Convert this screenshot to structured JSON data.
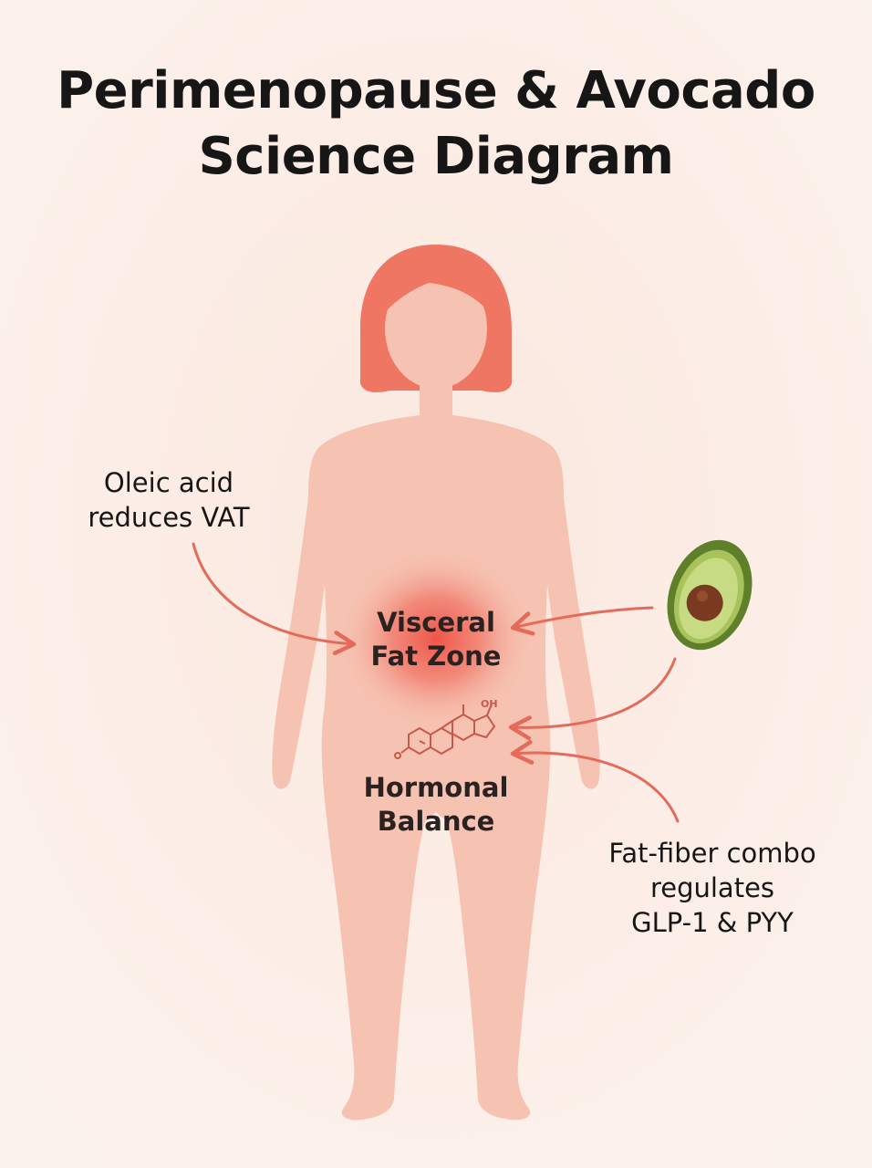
{
  "title": {
    "line1": "Perimenopause & Avocado",
    "line2": "Science Diagram"
  },
  "labels": {
    "oleic": {
      "line1": "Oleic acid",
      "line2": "reduces VAT"
    },
    "fat_fiber": {
      "line1": "Fat-fiber combo",
      "line2": "regulates",
      "line3": "GLP-1 & PYY"
    }
  },
  "zones": {
    "visceral": {
      "line1": "Visceral",
      "line2": "Fat Zone"
    },
    "hormonal": {
      "line1": "Hormonal",
      "line2": "Balance"
    }
  },
  "molecule": {
    "oh_label": "OH"
  },
  "colors": {
    "background": "#fbeee7",
    "body": "#f6c2b1",
    "hair": "#ef7662",
    "glow": "#ee4f45",
    "arrow": "#e46b5a",
    "molecule": "#c7584a",
    "avocado_skin": "#5f7f2a",
    "avocado_flesh": "#b6cf6e",
    "avocado_pit": "#7a3a22"
  },
  "icons": [
    "woman-silhouette",
    "avocado-icon",
    "steroid-molecule-icon",
    "arrow-icon"
  ]
}
